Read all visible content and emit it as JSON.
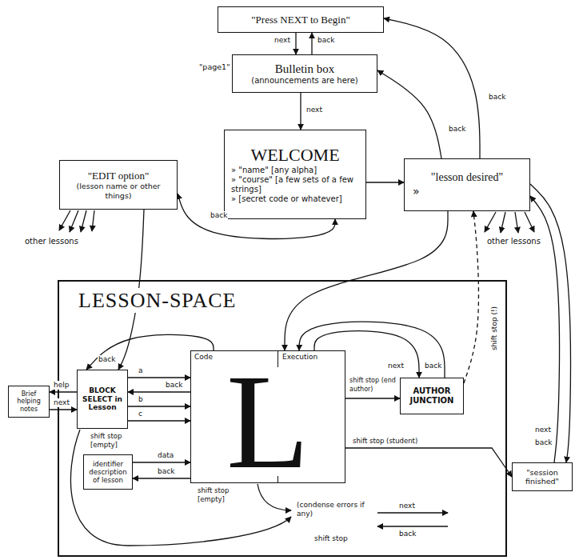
{
  "diagram": {
    "nodes": [
      {
        "text": [
          "\"Press NEXT to Begin\""
        ]
      },
      {
        "text": [
          "Bulletin box",
          "(announcements are here)"
        ]
      },
      {
        "text": [
          "WELCOME",
          "» \"name\" [any alpha]",
          "» \"course\" [a few sets of a few strings]",
          "» [secret code or whatever]"
        ]
      },
      {
        "text": [
          "\"EDIT option\"",
          "(lesson name or other things)"
        ]
      },
      {
        "text": [
          "\"lesson desired\"",
          "»"
        ]
      },
      {
        "text": [
          "LESSON-SPACE"
        ]
      },
      {
        "text": [
          "Brief helping notes"
        ]
      },
      {
        "text": [
          "BLOCK SELECT in Lesson"
        ],
        "in": 5
      },
      {
        "text": [
          "identifier description of lesson"
        ],
        "in": 5
      },
      {
        "text": [
          "Code",
          "Execution",
          "L"
        ],
        "in": 5
      },
      {
        "text": [
          "AUTHOR JUNCTION"
        ],
        "in": 5
      },
      {
        "text": [
          "\"session finished\""
        ]
      }
    ],
    "edges": [
      {
        "from": 0,
        "to": 1,
        "label": "next",
        "arrow": "to"
      },
      {
        "from": 1,
        "to": 0,
        "label": "back",
        "arrow": "to"
      },
      {
        "from": 1,
        "to": 2,
        "label": "next",
        "arrow": "to"
      },
      {
        "from": 2,
        "to": 4,
        "arrow": "to"
      },
      {
        "from": 4,
        "to": 1,
        "label": "back",
        "arrow": "to"
      },
      {
        "from": 4,
        "to": 0,
        "label": "back",
        "arrow": "to"
      },
      {
        "from": 2,
        "to": 3,
        "label": "back",
        "arrow": "both"
      },
      {
        "from": 3,
        "to": 7,
        "arrow": "to"
      },
      {
        "from": 9,
        "to": 7,
        "label": "back",
        "arrow": "to"
      },
      {
        "from": 7,
        "to": 9,
        "label": "a",
        "arrow": "to"
      },
      {
        "from": 9,
        "to": 7,
        "label": "back",
        "arrow": "to"
      },
      {
        "from": 7,
        "to": 9,
        "label": "b",
        "arrow": "to"
      },
      {
        "from": 7,
        "to": 9,
        "label": "c",
        "arrow": "to"
      },
      {
        "from": 7,
        "to": 6,
        "label": "help",
        "arrow": "to"
      },
      {
        "from": 6,
        "to": 7,
        "label": "next",
        "arrow": "to"
      },
      {
        "from": 8,
        "to": 9,
        "label": "data",
        "arrow": "to"
      },
      {
        "from": 9,
        "to": 8,
        "label": "back",
        "arrow": "to"
      },
      {
        "from": 4,
        "to": 9,
        "arrow": "to"
      },
      {
        "from": 9,
        "to": 10,
        "label": "next",
        "arrow": "to"
      },
      {
        "from": 10,
        "to": 9,
        "label": "back",
        "arrow": "to"
      },
      {
        "from": 9,
        "to": 10,
        "label": "shift stop (end author)",
        "arrow": "to"
      },
      {
        "from": 10,
        "to": 4,
        "label": "shift stop (!)",
        "arrow": "to"
      },
      {
        "from": 9,
        "to": 11,
        "label": "shift stop (student)",
        "arrow": "to"
      },
      {
        "from": 11,
        "to": 4,
        "label": "next",
        "arrow": "to"
      },
      {
        "from": 4,
        "to": 11,
        "label": "back",
        "arrow": "to"
      }
    ],
    "labels": [
      "\"page1\"",
      "other lessons",
      "other lessons",
      "shift stop [empty]",
      "shift stop [empty]",
      "(condense errors if any)",
      "next",
      "back",
      "shift stop"
    ]
  }
}
